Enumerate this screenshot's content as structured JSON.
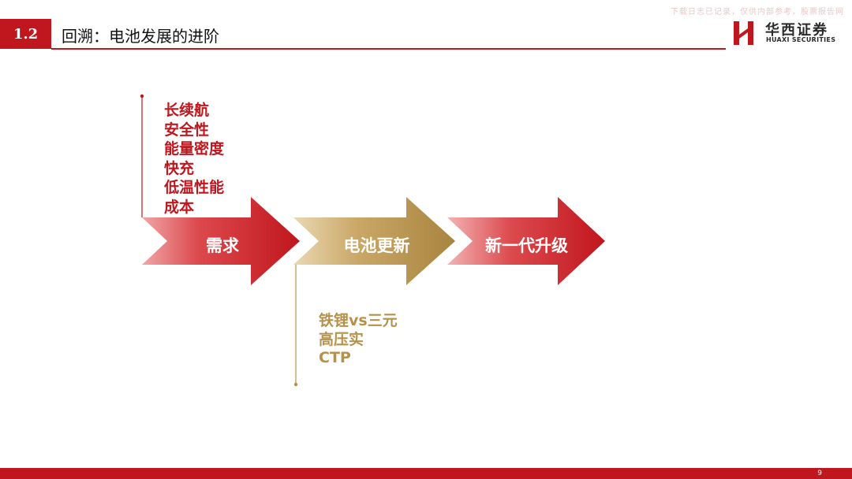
{
  "header": {
    "section_number": "1.2",
    "title": "回溯：电池发展的进阶",
    "watermark": "下载日志已记录，仅供内部参考，股票报告网"
  },
  "brand": {
    "name_cn": "华西证券",
    "name_en": "HUAXI SECURITIES",
    "accent_color": "#c0161d",
    "gold_color": "#b6914a"
  },
  "flow": {
    "steps": [
      {
        "label": "需求"
      },
      {
        "label": "电池更新"
      },
      {
        "label": "新一代升级"
      }
    ]
  },
  "demand_items": [
    "长续航",
    "安全性",
    "能量密度",
    "快充",
    "低温性能",
    "成本"
  ],
  "battery_items": [
    "铁锂vs三元",
    "高压实",
    "CTP"
  ],
  "footer": {
    "page_number": "9"
  }
}
